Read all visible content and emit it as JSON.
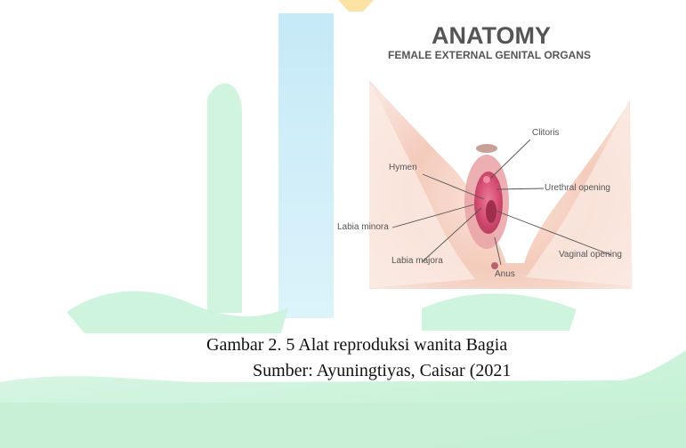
{
  "figure": {
    "title": "ANATOMY",
    "subtitle": "FEMALE EXTERNAL GENITAL ORGANS",
    "labels": {
      "clitoris": "Clitoris",
      "hymen": "Hymen",
      "urethral_opening": "Urethral opening",
      "labia_minora": "Labia minora",
      "vaginal_opening": "Vaginal opening",
      "labia_majora": "Labia majora",
      "anus": "Anus"
    }
  },
  "caption": {
    "line1": "Gambar 2. 5 Alat reproduksi wanita Bagia",
    "line2": "Sumber: Ayuningtiyas, Caisar (2021"
  },
  "colors": {
    "watermark_blue": "#cfeef8",
    "watermark_green": "#c9f2d9",
    "watermark_yellow": "#fde2a6",
    "skin": "#f7d5c6",
    "tissue": "#d34d73"
  }
}
